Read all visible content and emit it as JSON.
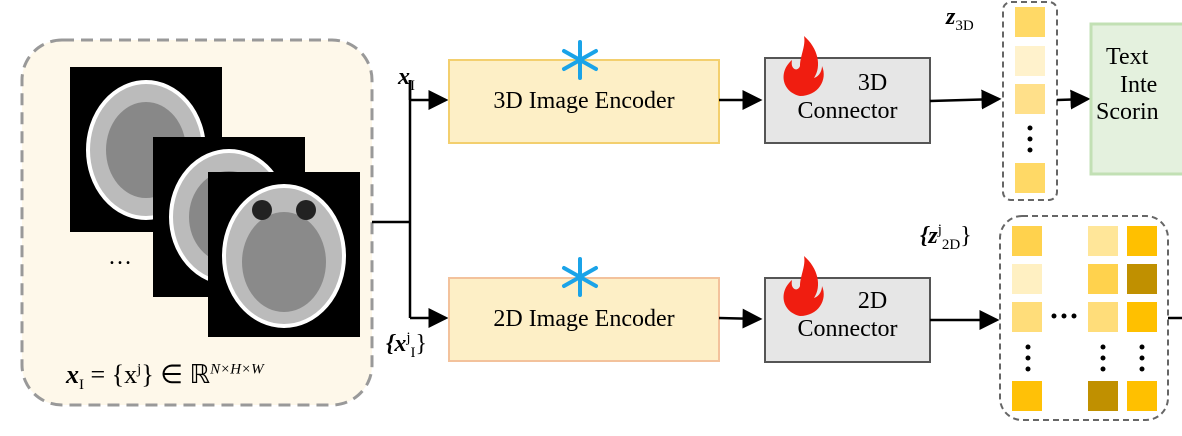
{
  "input": {
    "ellipsis": "…",
    "formula_lhs": "x",
    "formula_sub": "I",
    "formula_rest": " = {x",
    "formula_sup_j": "j",
    "formula_tail": "} ∈ ℝ",
    "formula_exp": "N×H×W"
  },
  "labels": {
    "x_I": "x",
    "x_I_sub": "I",
    "x_I_j_open": "{x",
    "x_I_j_sup": "j",
    "x_I_j_sub": "I",
    "x_I_j_close": "}",
    "z_3D": "z",
    "z_3D_sub": "3D",
    "z_2D_open": "{z",
    "z_2D_sup": "j",
    "z_2D_sub": "2D",
    "z_2D_close": "}"
  },
  "blocks": {
    "encoder_3d": "3D Image Encoder",
    "encoder_2d": "2D Image Encoder",
    "connector_3d": [
      "3D",
      "Connector"
    ],
    "connector_2d": [
      "2D",
      "Connector"
    ],
    "scoring": [
      "Text",
      "Inte",
      "Scorin"
    ]
  },
  "icons": {
    "frozen": "snowflake-icon",
    "trainable": "flame-icon"
  },
  "colors": {
    "tokens_3d": [
      "#ffd966",
      "#fff2cc",
      "#ffe08a",
      "#ffd966"
    ],
    "tokens_2d_col1": [
      "#ffd24d",
      "#fff0c2",
      "#ffdd7a",
      "#ffc107"
    ],
    "tokens_2d_col2": [
      "#ffe699",
      "#ffd24d",
      "#ffdd7a",
      "#c09000"
    ],
    "tokens_2d_col3": [
      "#ffc000",
      "#c09000",
      "#ffc000",
      "#ffc000"
    ]
  }
}
